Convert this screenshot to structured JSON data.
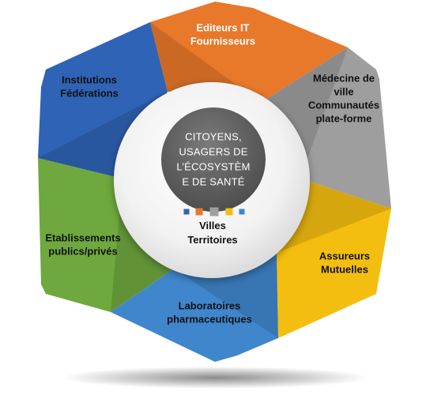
{
  "segments": [
    {
      "id": "top",
      "lines": [
        "Editeurs IT",
        "Fournisseurs"
      ],
      "color": "#E8782A",
      "text_color": "light"
    },
    {
      "id": "upper-right",
      "lines": [
        "Médecine de",
        "ville",
        "Communautés",
        "plate-forme"
      ],
      "color": "#9E9E9E",
      "text_color": "dark"
    },
    {
      "id": "lower-right",
      "lines": [
        "Assureurs",
        "Mutuelles"
      ],
      "color": "#F4BE10",
      "text_color": "dark"
    },
    {
      "id": "bottom",
      "lines": [
        "Laboratoires",
        "pharmaceutiques"
      ],
      "color": "#3F86CC",
      "text_color": "dark"
    },
    {
      "id": "lower-left",
      "lines": [
        "Etablissements",
        "publics/privés"
      ],
      "color": "#6FA83E",
      "text_color": "dark"
    },
    {
      "id": "upper-left",
      "lines": [
        "Institutions",
        "Fédérations"
      ],
      "color": "#2F63B5",
      "text_color": "dark"
    }
  ],
  "center": {
    "title_lines": [
      "Citoyens,",
      "usagers de",
      "l’écosystèm",
      "e de santé"
    ],
    "subtitle_lines": [
      "Villes",
      "Territoires"
    ],
    "core_color": "#6B6B6B",
    "ring_color": "#F4F4F4"
  },
  "dots": [
    {
      "color": "#2F63B5"
    },
    {
      "color": "#E8782A"
    },
    {
      "color": "#9E9E9E"
    },
    {
      "color": "#F4BE10"
    },
    {
      "color": "#3F86CC"
    }
  ]
}
